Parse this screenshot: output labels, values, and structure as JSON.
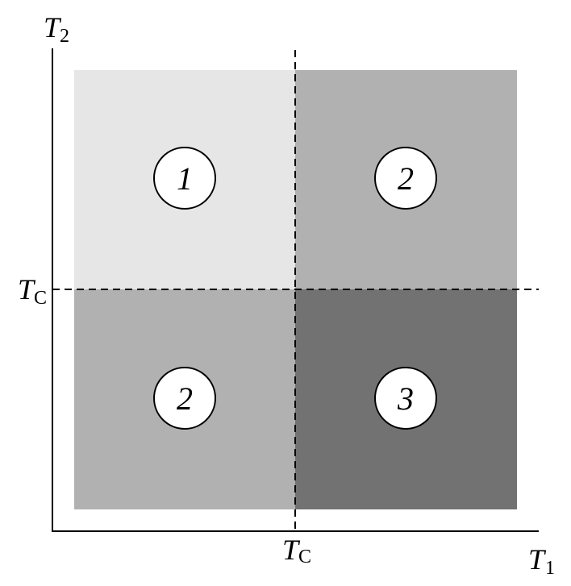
{
  "axes": {
    "x_label": "T",
    "x_sub": "1",
    "y_label": "T",
    "y_sub": "2",
    "x_tick": "T",
    "x_tick_sub": "C",
    "y_tick": "T",
    "y_tick_sub": "C"
  },
  "regions": [
    {
      "label": "1",
      "color": "#e6e6e6"
    },
    {
      "label": "2",
      "color": "#b1b1b1"
    },
    {
      "label": "2",
      "color": "#b1b1b1"
    },
    {
      "label": "3",
      "color": "#727272"
    }
  ]
}
